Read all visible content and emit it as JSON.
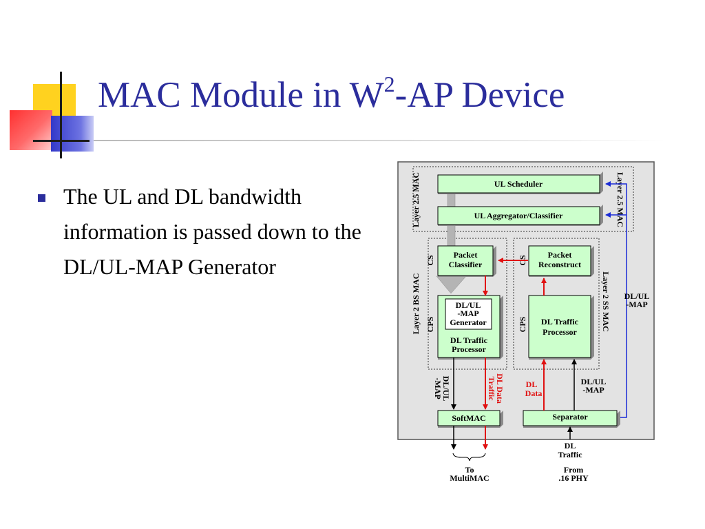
{
  "slide": {
    "title_main": "MAC Module in W",
    "title_sup": "2",
    "title_end": "-AP Device",
    "bullet": "The UL and DL bandwidth information is passed down to the DL/UL-MAP Generator"
  },
  "diagram": {
    "ul_scheduler": "UL Scheduler",
    "ul_aggregator": "UL Aggregator/Classifier",
    "packet_classifier": [
      "Packet",
      "Classifier"
    ],
    "packet_reconstruct": [
      "Packet",
      "Reconstruct"
    ],
    "dlul_map_gen": [
      "DL/UL",
      "-MAP",
      "Generator"
    ],
    "dl_traffic_proc_bs": [
      "DL Traffic",
      "Processor"
    ],
    "dl_traffic_proc_ss": [
      "DL Traffic",
      "Processor"
    ],
    "softmac": "SoftMAC",
    "separator": "Separator",
    "layer25_left": "Layer 2.5 MAC",
    "layer25_right": "Layer 2.5 MAC",
    "layer2bs": "Layer 2 BS MAC",
    "layer2ss": "Layer 2 SS MAC",
    "cs_left": "CS",
    "cps_left": "CPS",
    "cs_right": "CS",
    "cps_right": "CPS",
    "dlul_map_right": [
      "DL/UL",
      "-MAP"
    ],
    "dlul_map_mid": [
      "DL/UL",
      "-MAP"
    ],
    "dlul_map_rot": [
      "DL/UL",
      "-MAP"
    ],
    "dl_data_traffic_rot": [
      "DL Data",
      "Traffic"
    ],
    "dl_data": [
      "DL",
      "Data"
    ],
    "dl_traffic_bottom": [
      "DL",
      "Traffic"
    ],
    "from_phy": [
      "From",
      ".16 PHY"
    ],
    "to_multimac": [
      "To",
      "MultiMAC"
    ]
  },
  "colors": {
    "title": "#2b2d9c",
    "box_fill": "#ccffcc",
    "arrow_red": "#e01010",
    "arrow_blue": "#1a2bd6",
    "panel_bg": "#e3e3e3"
  }
}
